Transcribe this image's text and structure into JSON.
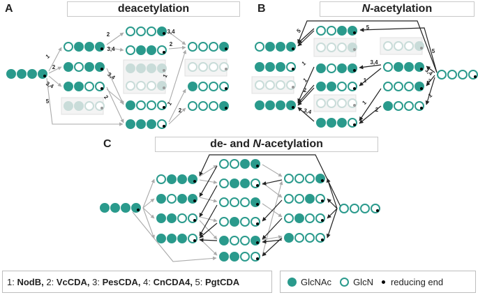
{
  "panels": {
    "A": {
      "letter": "A",
      "title": "deacetylation"
    },
    "B": {
      "letter": "B",
      "prefix": "N",
      "title": "-acetylation"
    },
    "C": {
      "letter": "C",
      "prefix_plain": "de- and ",
      "prefix": "N",
      "title": "-acetylation"
    }
  },
  "enzymes": [
    {
      "num": "1: ",
      "name": "NodB,"
    },
    {
      "num": " 2: ",
      "name": "VcCDA,"
    },
    {
      "num": " 3: ",
      "name": "PesCDA,"
    },
    {
      "num": " 4: ",
      "name": "CnCDA4,"
    },
    {
      "num": " 5: ",
      "name": "PgtCDA"
    }
  ],
  "legend": {
    "glcnac": "GlcNAc",
    "glcn": "GlcN",
    "reducing_end": "reducing end"
  },
  "colors": {
    "glcnac": "#2a9a8c",
    "glcn_outline": "#2a9a8c",
    "faded": "#c9dcd9",
    "arrow_gray": "#aaaaaa",
    "arrow_dark": "#222222"
  },
  "edge_labels": {
    "A": [
      "1",
      "2",
      "3,4",
      "5",
      "2",
      "3,4",
      "3,4",
      "2",
      "3,4",
      "2",
      "1",
      "1",
      "2"
    ],
    "B": [
      "5",
      "5",
      "1",
      "3,4",
      "1",
      "1",
      "2",
      "3,4",
      "1",
      "2",
      "5",
      "3,4",
      "2",
      "1"
    ]
  }
}
